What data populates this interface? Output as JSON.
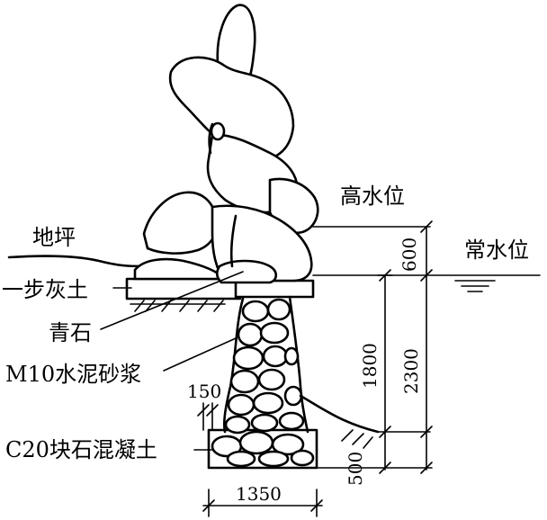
{
  "labels": {
    "high_water": "高水位",
    "ground": "地坪",
    "normal_water": "常水位",
    "lime_soil": "一步灰土",
    "bluestone": "青石",
    "mortar": "M10水泥砂浆",
    "concrete": "C20块石混凝土"
  },
  "dimensions": {
    "d600": "600",
    "d1800": "1800",
    "d2300": "2300",
    "d150": "150",
    "d500": "500",
    "d1350": "1350"
  }
}
